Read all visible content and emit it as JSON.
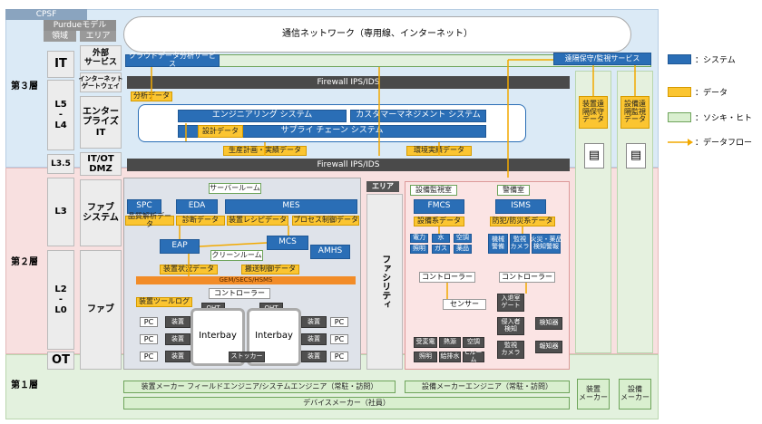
{
  "header": {
    "cpsf": "CPSF",
    "purdue": "Purdueモデル",
    "domain_col": "領域",
    "area_col": "エリア",
    "network": "通信ネットワーク（専用線、インターネット）"
  },
  "layers": {
    "l3": "第３層",
    "l2": "第２層",
    "l1": "第１層"
  },
  "purdue_levels": {
    "it": "IT",
    "l5_l4": "L5\n-\nL4",
    "l35": "L3.5",
    "l3": "L3",
    "l2_l0": "L2\n-\nL0",
    "ot": "OT"
  },
  "areas": {
    "external": "外部\nサービス",
    "gateway": "インターネット\nゲートウェイ",
    "enterprise": "エンター\nプライズ\nIT",
    "dmz": "IT/OT\nDMZ",
    "fab_system": "ファブ\nシステム",
    "fab": "ファブ",
    "area_label": "エリア",
    "facility": "ファシリティ"
  },
  "systems": {
    "cloud": "クラウドデータ分析サービス",
    "remote": "遠隔保守/監視サービス",
    "eng": "エンジニアリング システム",
    "crm": "カスタマーマネジメント システム",
    "scm": "サプライ チェーン システム",
    "spc": "SPC",
    "eda": "EDA",
    "mes": "MES",
    "eap": "EAP",
    "mcs": "MCS",
    "amhs": "AMHS",
    "fmcs": "FMCS",
    "isms": "ISMS",
    "ele": "電力",
    "water": "水",
    "air": "空調",
    "light": "照明",
    "gas": "ガス",
    "chem": "薬品",
    "mach": "機械\n警備",
    "cam": "監視\nカメラ",
    "fire": "火災・薬品\n検知警報"
  },
  "firewall": {
    "fw1": "Firewall IPS/IDS",
    "fw2": "Firewall IPS/IDS"
  },
  "data": {
    "analysis": "分析データ",
    "design": "設計データ",
    "prod_plan": "生産計画・実績データ",
    "env": "環境実績データ",
    "quality": "品質解析データ",
    "diag": "診断データ",
    "recipe": "装置レシピデータ",
    "process": "プロセス制御データ",
    "status": "装置状況データ",
    "transport": "搬送制御データ",
    "protocol": "GEM/SECS/HSMS",
    "tool_log": "装置ツールログ",
    "facility_data": "設備系データ",
    "security_data": "防犯/防災系データ",
    "remote_equip": "装置遠\n隔保守\nデータ",
    "remote_fac": "設備遠\n隔監視\nデータ"
  },
  "rooms": {
    "server": "サーバールーム",
    "clean": "クリーンルーム",
    "facmon": "設備監視室",
    "guard": "警備室"
  },
  "fab_items": {
    "controller": "コントローラー",
    "oht1": "OHT",
    "oht2": "OHT",
    "interbay1": "Interbay",
    "interbay2": "Interbay",
    "stocker": "ストッカー",
    "pc": "PC",
    "equip": "装置"
  },
  "facility_items": {
    "ctrl1": "コントローラー",
    "ctrl2": "コントローラー",
    "sensor": "センサー",
    "sub": "受変電",
    "heat": "熱源",
    "aircon": "空調",
    "lighting": "照明",
    "supply": "給排水",
    "cr": "Cルーム",
    "entry": "入退室\nゲート",
    "intruder": "侵入者\n検知",
    "camera": "監視\nカメラ",
    "detector": "検知器",
    "alarm": "報知器"
  },
  "bottom": {
    "field": "装置メーカー フィールドエンジニア/システムエンジニア（常駐・訪問）",
    "fac_eng": "設備メーカーエンジニア（常駐・訪問）",
    "device": "デバイスメーカー（社員）",
    "equip_maker": "装置\nメーカー",
    "fac_maker": "設備\nメーカー"
  },
  "legend": {
    "system": "：システム",
    "data": "：データ",
    "org": "：ソシキ・ヒト",
    "flow": "：データフロー"
  },
  "colors": {
    "system": "#2a6eb6",
    "data": "#fbc531",
    "org": "#d9efcf",
    "l3": "#dbeaf6",
    "l2": "#f8e0e0",
    "l1": "#e3f1de"
  }
}
